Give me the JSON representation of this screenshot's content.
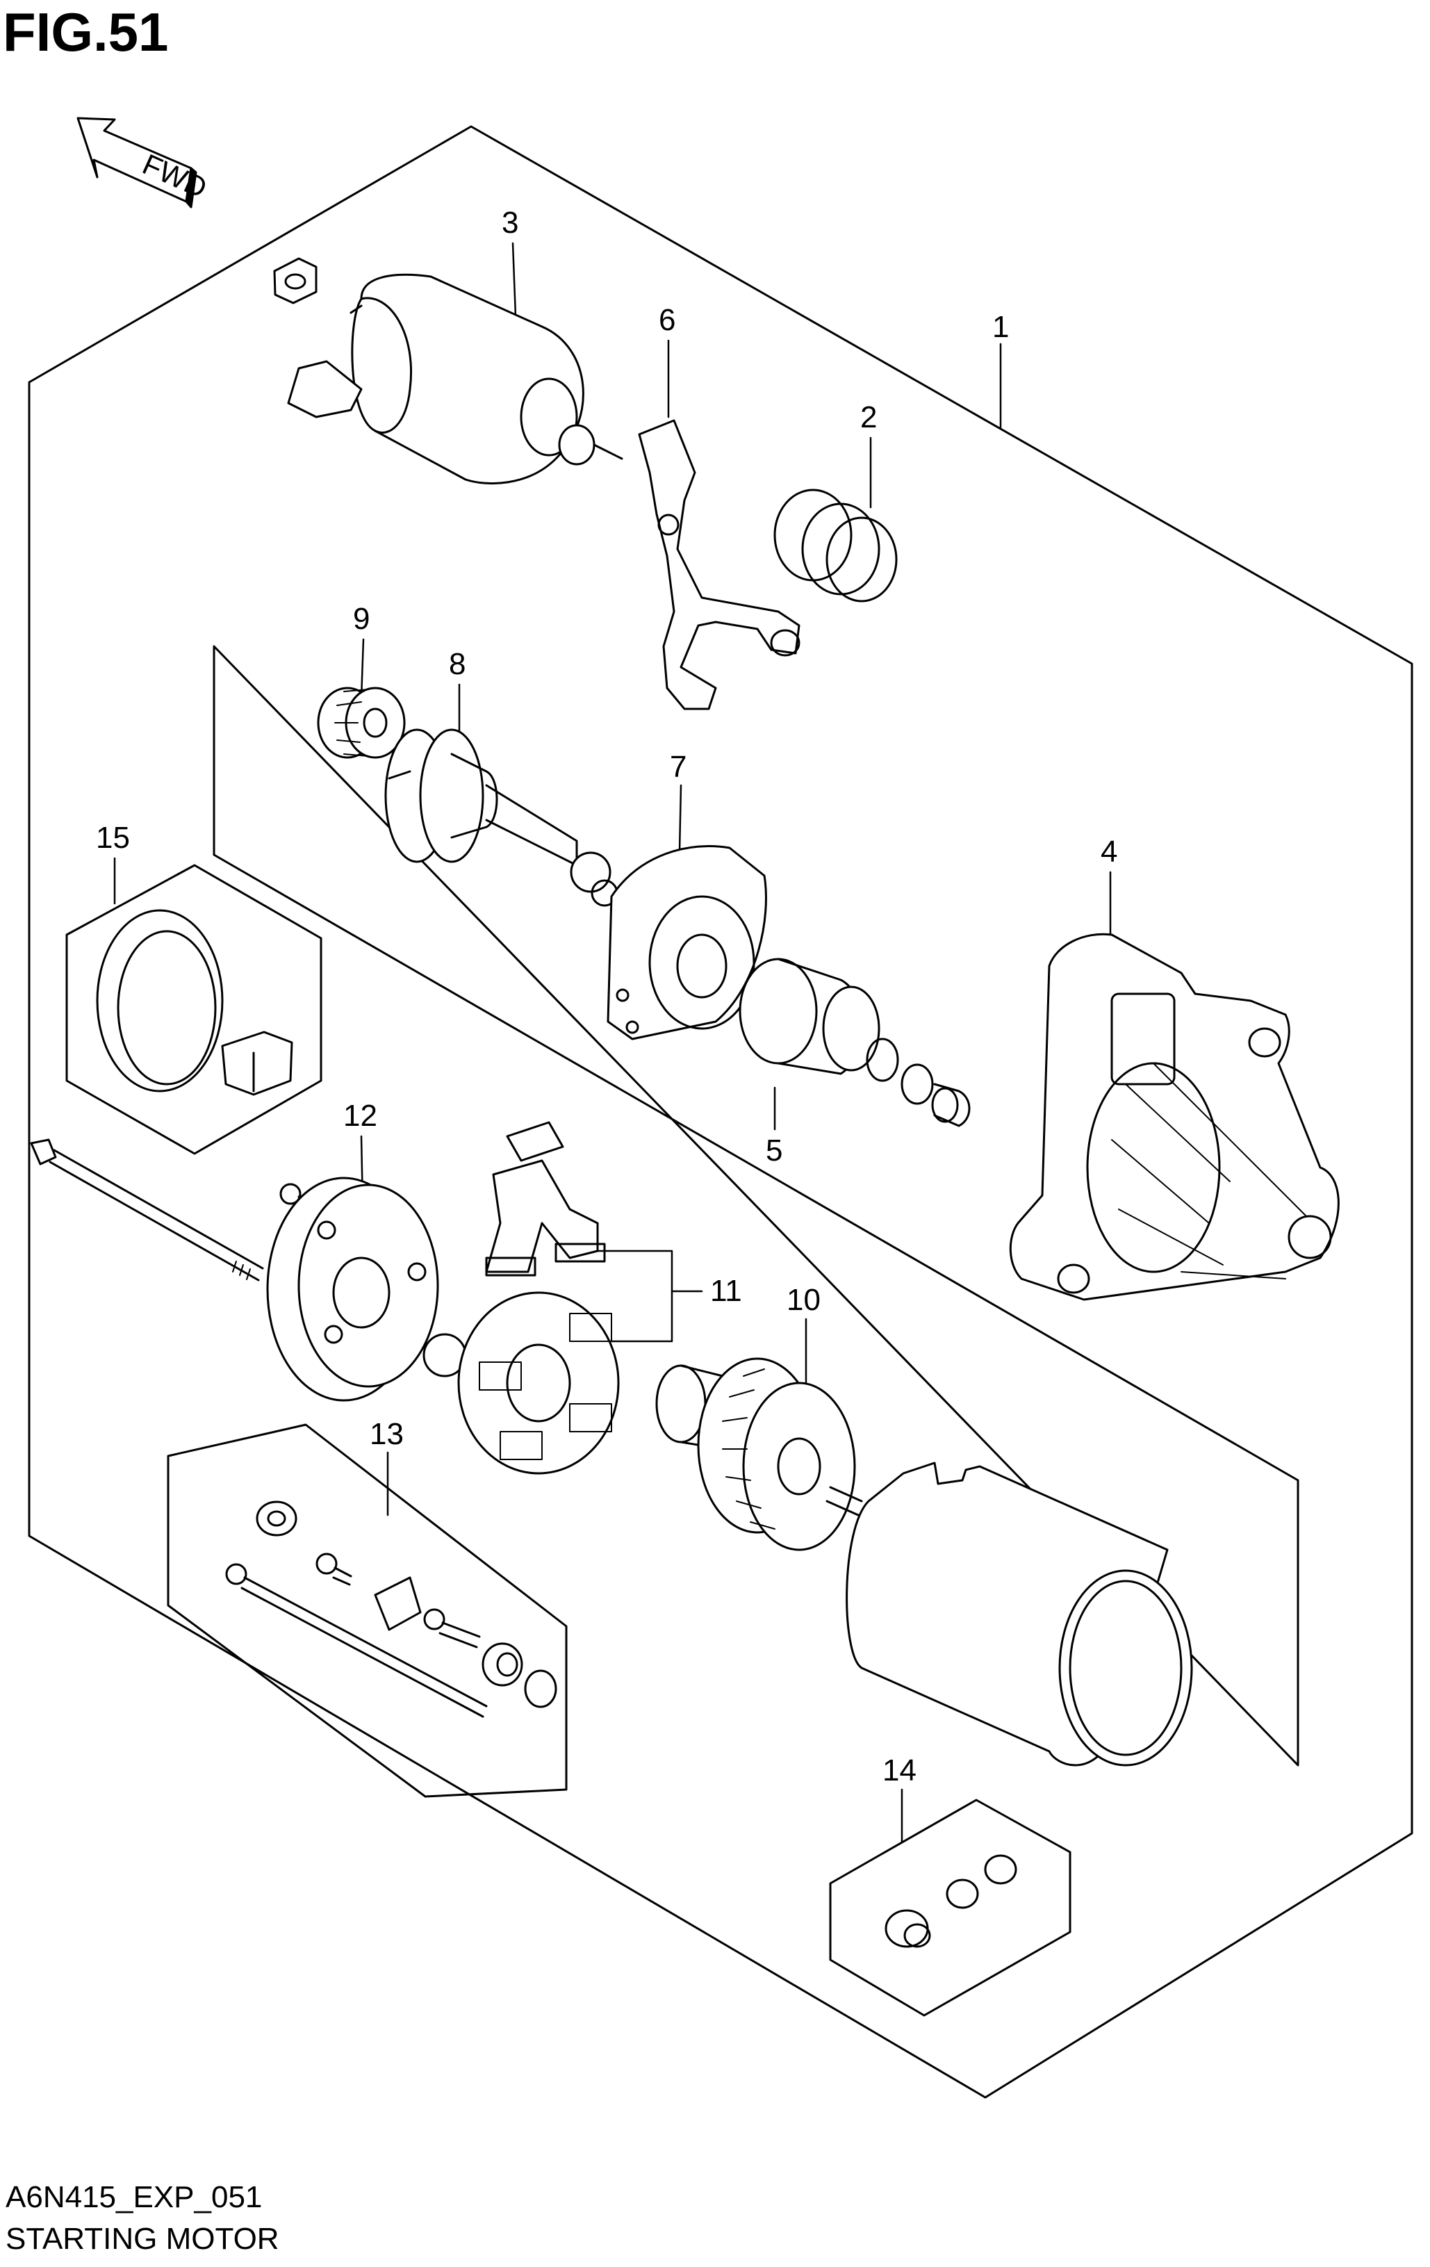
{
  "figure": {
    "title": "FIG.51",
    "code": "A6N415_EXP_051",
    "name": "STARTING MOTOR",
    "direction_label": "FWD"
  },
  "callouts": {
    "c1": "1",
    "c2": "2",
    "c3": "3",
    "c4": "4",
    "c5": "5",
    "c6": "6",
    "c7": "7",
    "c8": "8",
    "c9": "9",
    "c10": "10",
    "c11": "11",
    "c12": "12",
    "c13": "13",
    "c14": "14",
    "c15": "15"
  }
}
